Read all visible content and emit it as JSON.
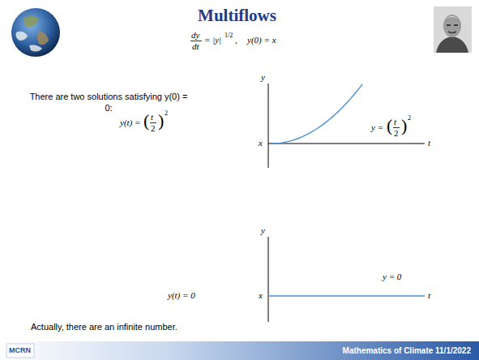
{
  "diagram": {
    "title": "Multiflows",
    "labels": [
      "dy",
      "dt",
      "= |y|",
      "1/2",
      ",",
      "y(0) = x",
      "There are two solutions satisfying y(0) = 0:",
      "y(t) =",
      "(",
      "t",
      "2",
      ")",
      "2",
      "y",
      "x",
      "t",
      "y =",
      "(",
      "t",
      "2",
      ")",
      "2",
      "y",
      "x",
      "t",
      "y = 0",
      "y(t) = 0",
      "Actually, there are an infinite number.",
      "MCRN",
      "Mathematics of Climate 11/1/2022"
    ]
  }
}
